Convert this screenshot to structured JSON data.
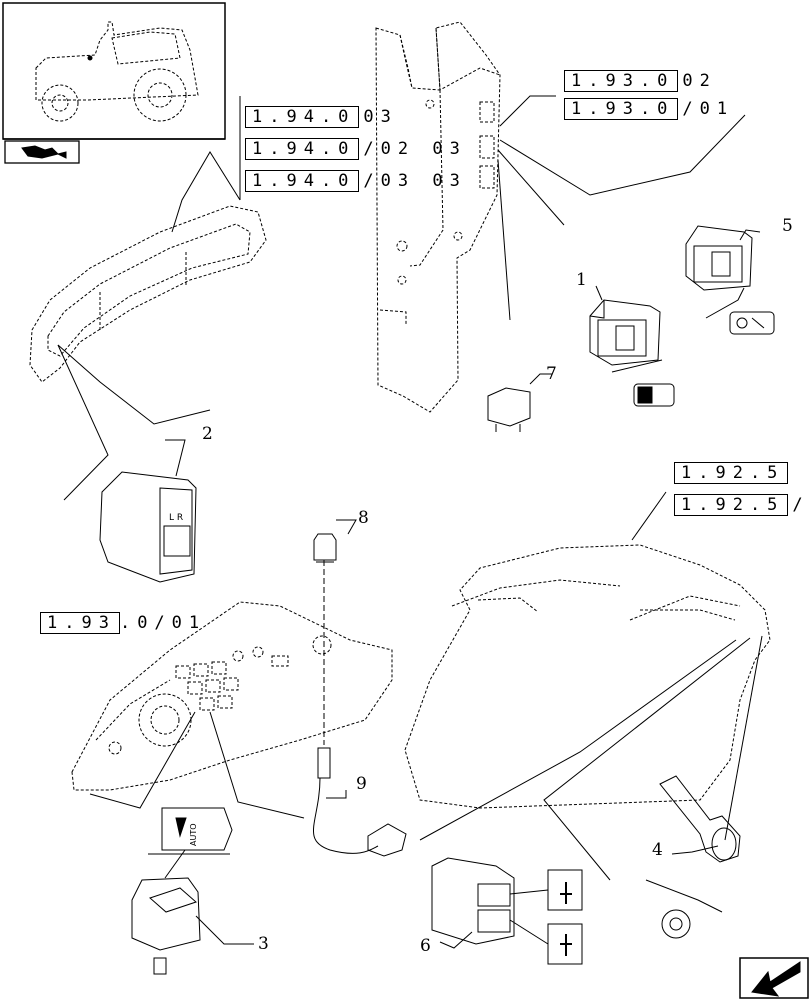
{
  "references": [
    {
      "id": "r1",
      "box": "1.94.0",
      "tail": "03"
    },
    {
      "id": "r2",
      "box": "1.94.0",
      "tail": "/02 03"
    },
    {
      "id": "r3",
      "box": "1.94.0",
      "tail": "/03 03"
    },
    {
      "id": "r4",
      "box": "1.93.0",
      "tail": "02"
    },
    {
      "id": "r5",
      "box": "1.93.0",
      "tail": "/01"
    },
    {
      "id": "r6",
      "box": "1.92.5",
      "tail": ""
    },
    {
      "id": "r7",
      "box": "1.92.5",
      "tail": "/"
    },
    {
      "id": "r8",
      "box": "1.93",
      "tail": ".0/01"
    }
  ],
  "callouts": [
    "1",
    "2",
    "3",
    "4",
    "5",
    "6",
    "7",
    "8",
    "9"
  ],
  "symbol_labels": {
    "auto": "AUTO",
    "lr": "L R"
  },
  "icons": [
    "tractor-thumbnail-icon",
    "book-arrow-icon",
    "next-page-arrow-icon"
  ],
  "colors": {
    "line": "#000000",
    "background": "#ffffff"
  }
}
